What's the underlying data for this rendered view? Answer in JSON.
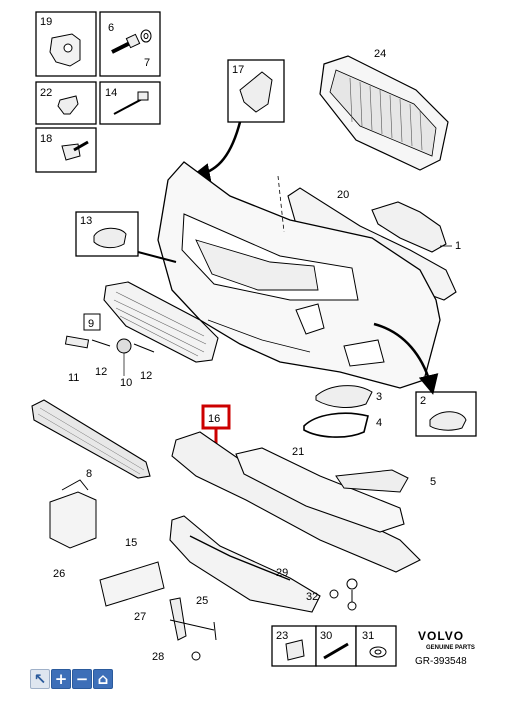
{
  "diagram": {
    "part_numbers": [
      "19",
      "6",
      "7",
      "22",
      "14",
      "18",
      "17",
      "24",
      "20",
      "1",
      "13",
      "9",
      "11",
      "12",
      "10",
      "12",
      "2",
      "3",
      "4",
      "16",
      "21",
      "5",
      "8",
      "15",
      "26",
      "29",
      "32",
      "25",
      "27",
      "28",
      "23",
      "30",
      "31"
    ],
    "highlight_color": "#cc0000",
    "brand": "VOLVO",
    "brand_sub": "GENUINE PARTS",
    "reference": "GR-393548"
  },
  "toolbar": {
    "buttons": [
      {
        "name": "select-tool-button",
        "icon": "cursor-icon",
        "glyph": "↖"
      },
      {
        "name": "zoom-in-button",
        "icon": "plus-icon",
        "glyph": "+"
      },
      {
        "name": "zoom-out-button",
        "icon": "minus-icon",
        "glyph": "−"
      },
      {
        "name": "home-button",
        "icon": "home-icon",
        "glyph": "⌂"
      }
    ]
  }
}
